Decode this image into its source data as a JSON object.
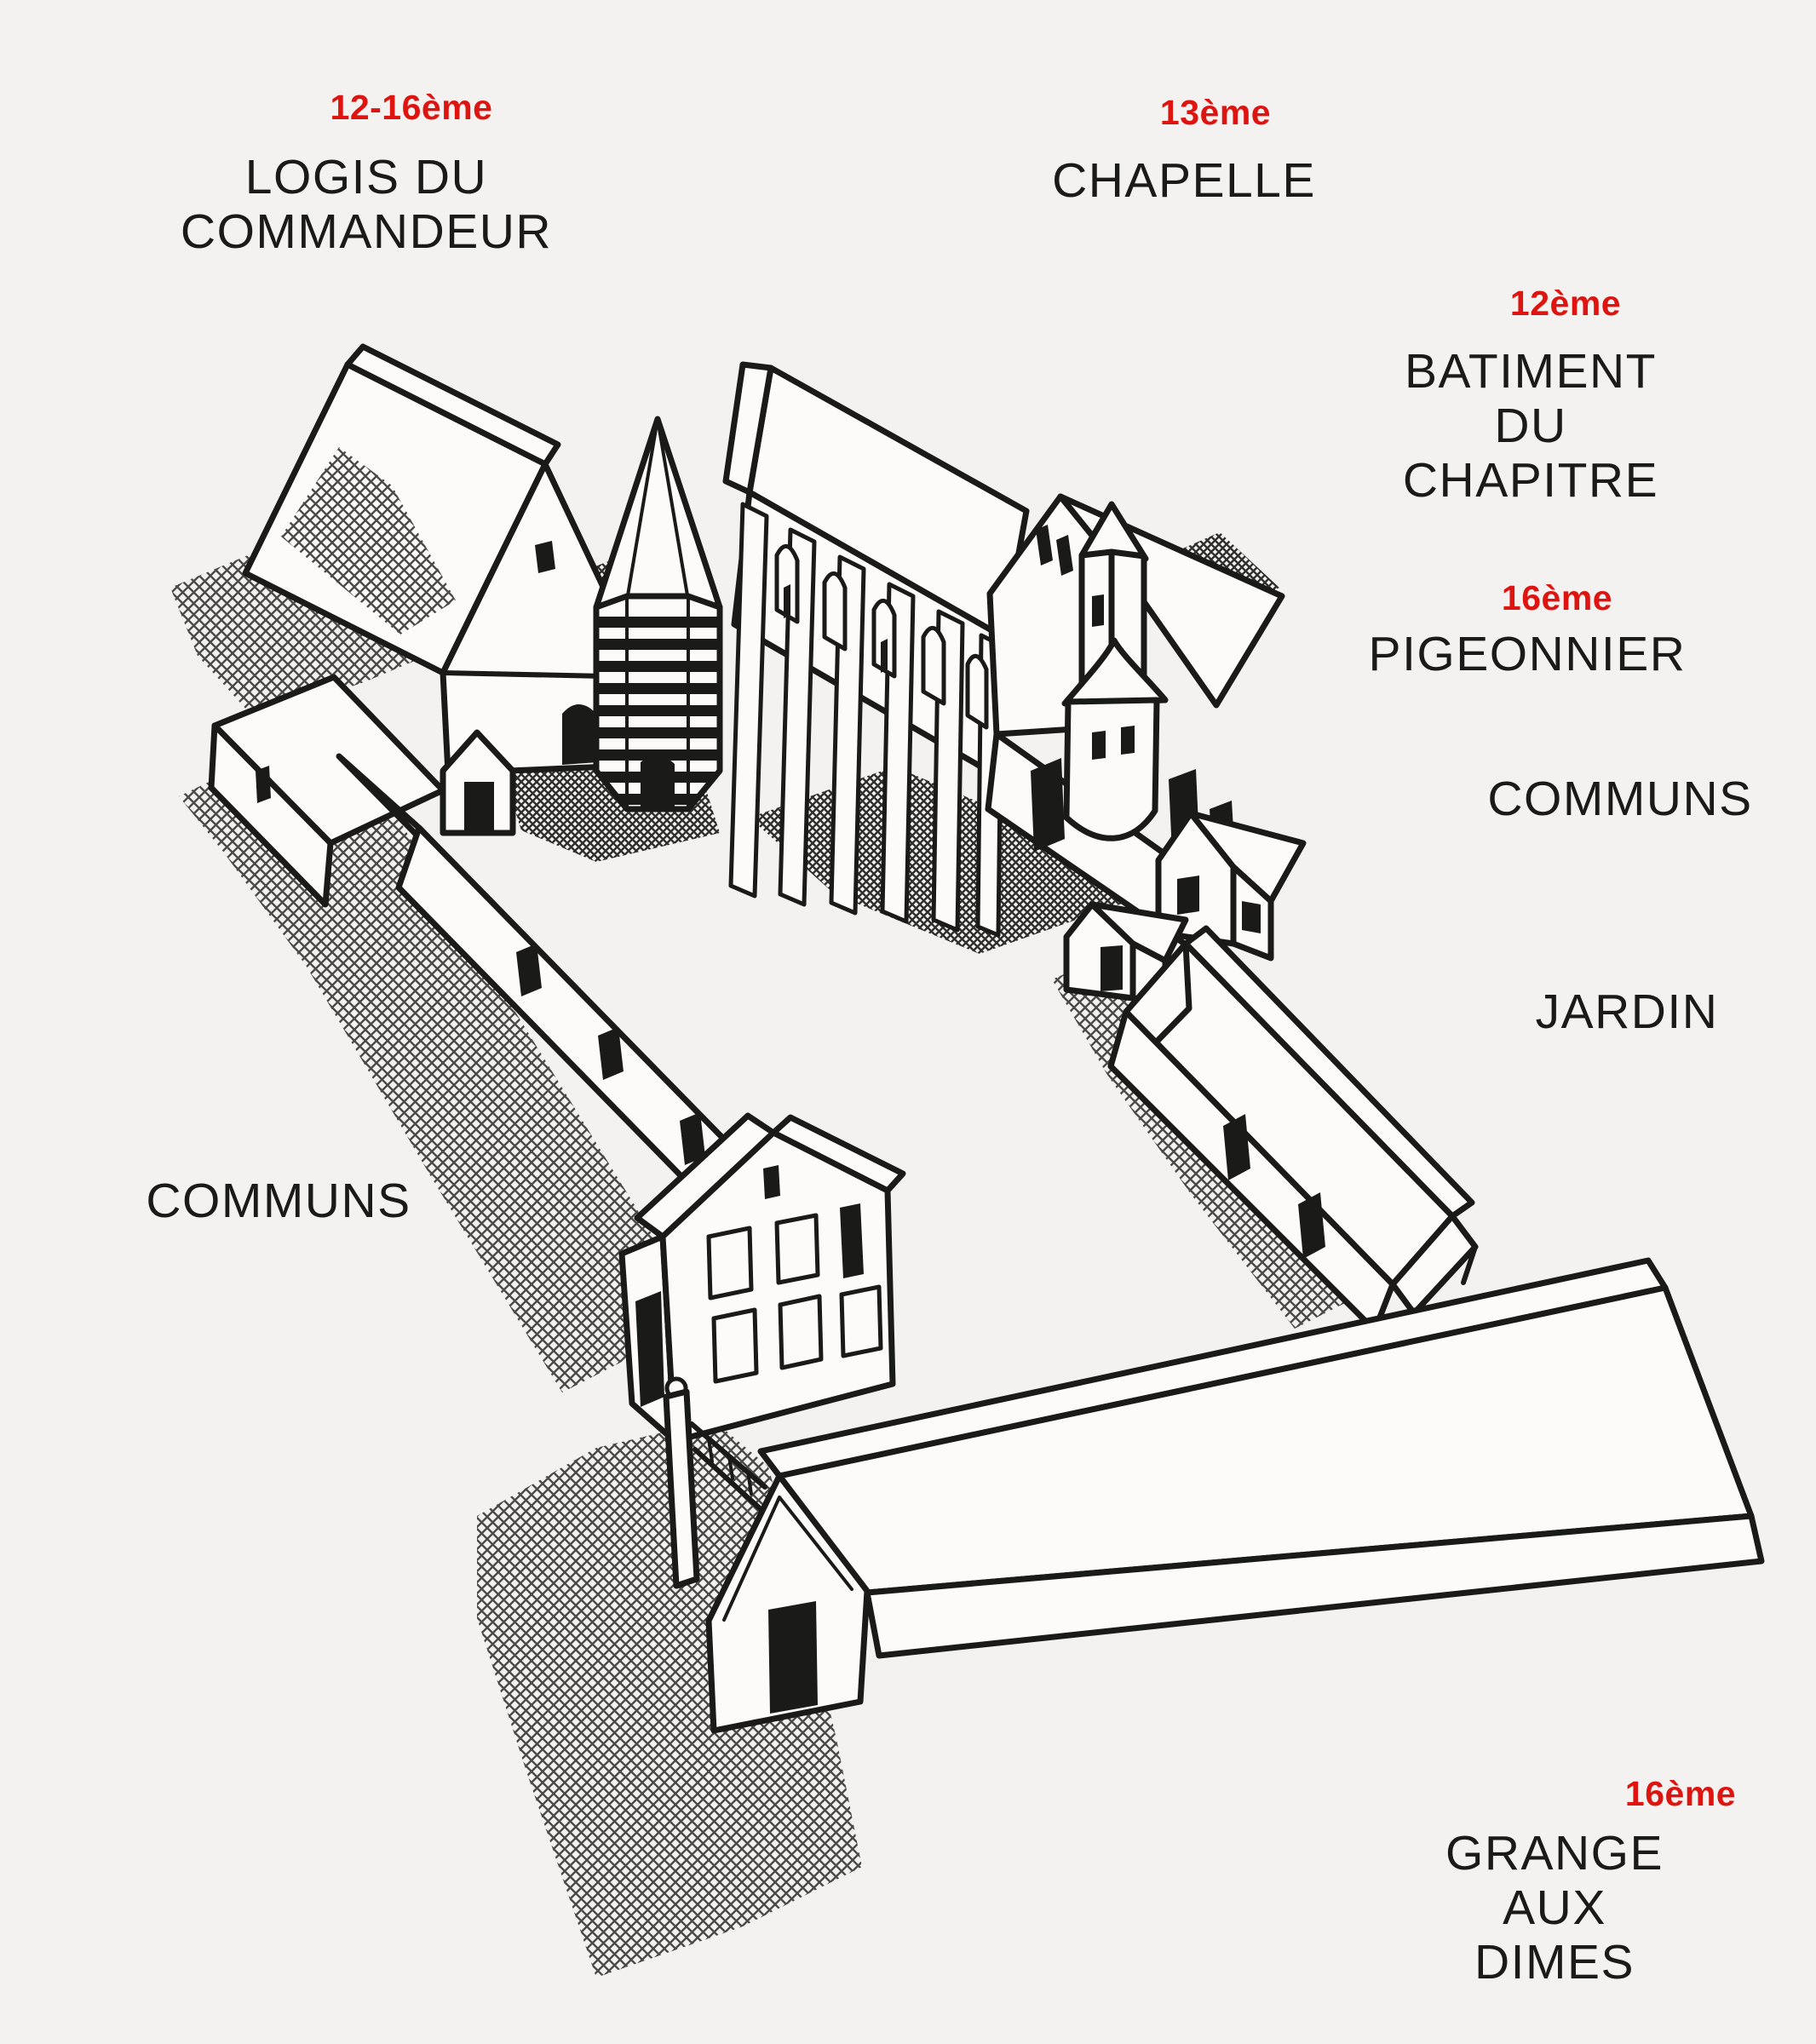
{
  "figure": {
    "title_alt": "Bird's-eye line drawing of a commandery: buildings arranged around a courtyard",
    "colors": {
      "background": "#f3f2f0",
      "ink": "#1a1a18",
      "accent_red": "#dd1410",
      "shadow_hatch": "#4a4a48"
    },
    "labels": {
      "logis": {
        "century": "12-16ème",
        "line1": "LOGIS DU",
        "line2": "COMMANDEUR"
      },
      "chapelle": {
        "century": "13ème",
        "line1": "CHAPELLE"
      },
      "chapitre": {
        "century": "12ème",
        "line1": "BATIMENT",
        "line2": "DU",
        "line3": "CHAPITRE"
      },
      "pigeonnier": {
        "century": "16ème",
        "line1": "PIGEONNIER"
      },
      "communs_est": {
        "line1": "COMMUNS"
      },
      "jardin": {
        "line1": "JARDIN"
      },
      "communs_ouest": {
        "line1": "COMMUNS"
      },
      "grange": {
        "century": "16ème",
        "line1": "GRANGE",
        "line2": "AUX",
        "line3": "DIMES"
      }
    }
  }
}
